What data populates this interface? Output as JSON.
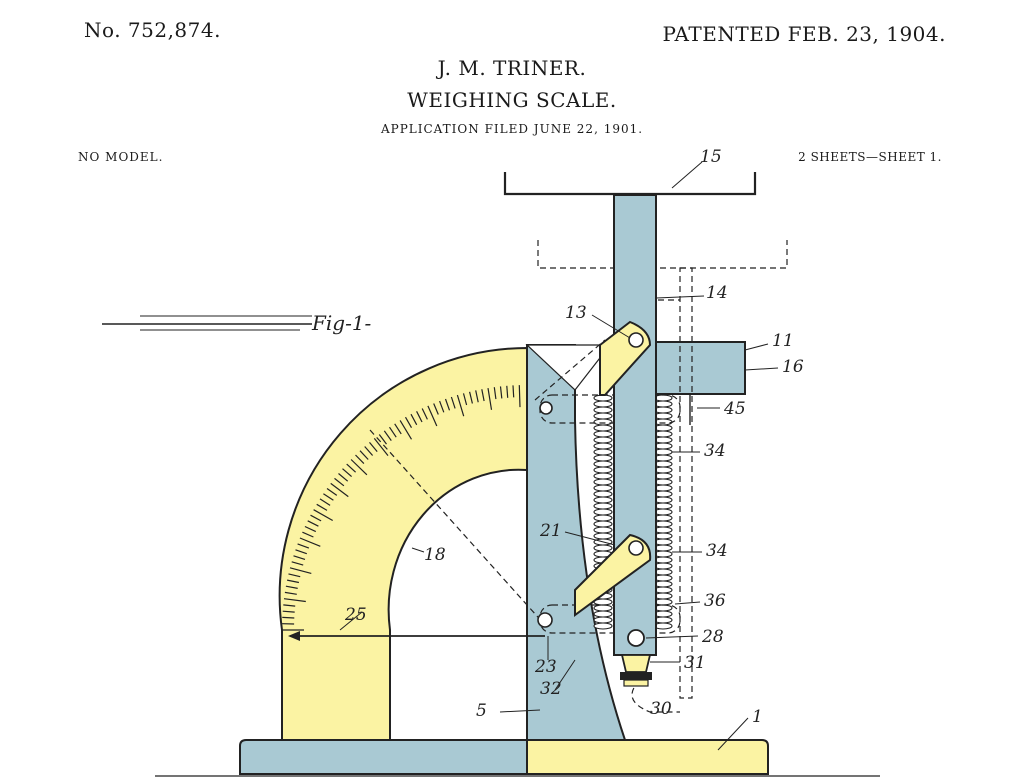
{
  "header": {
    "patent_number": "No. 752,874.",
    "patent_date": "PATENTED FEB. 23, 1904.",
    "inventor": "J. M. TRINER.",
    "title": "WEIGHING SCALE.",
    "application": "APPLICATION FILED JUNE 22, 1901.",
    "model": "NO MODEL.",
    "sheets": "2 SHEETS—SHEET 1."
  },
  "figure": {
    "label": "Fig-1-",
    "colors": {
      "yellow": "#fbf3a3",
      "blue": "#a9c9d3",
      "ink": "#222222"
    },
    "refs": {
      "r1": "1",
      "r5": "5",
      "r11": "11",
      "r13": "13",
      "r14": "14",
      "r15": "15",
      "r16": "16",
      "r18": "18",
      "r21": "21",
      "r23": "23",
      "r25": "25",
      "r28": "28",
      "r30": "30",
      "r31": "31",
      "r32": "32",
      "r34a": "34",
      "r34b": "34",
      "r36": "36",
      "r45": "45"
    }
  }
}
